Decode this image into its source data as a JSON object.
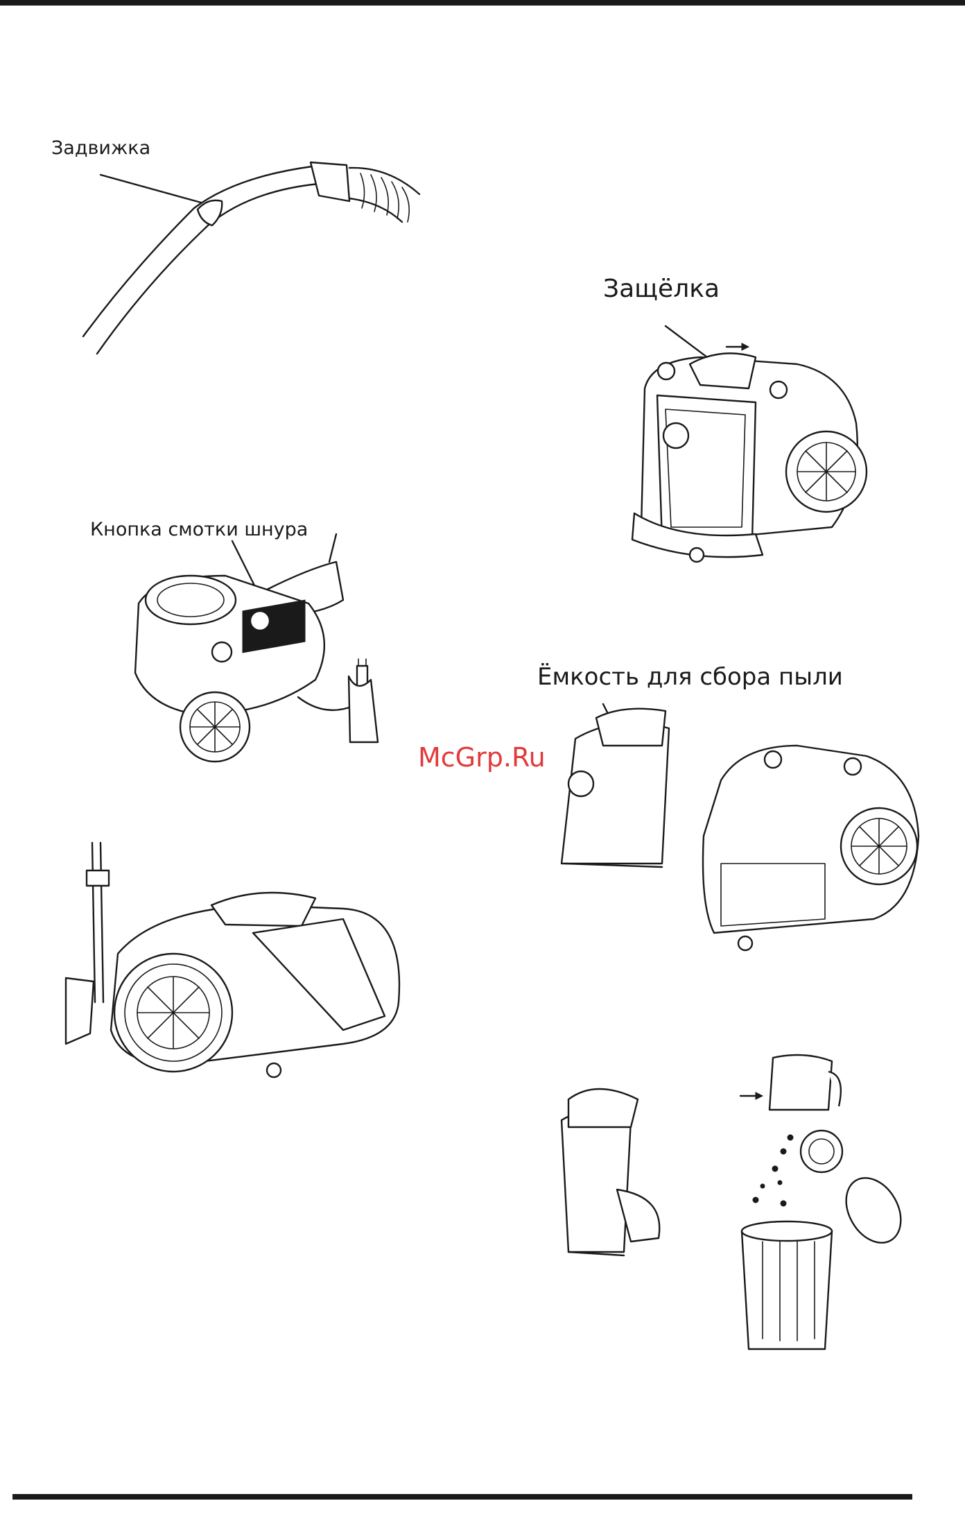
{
  "labels": {
    "latch_slider": "Задвижка",
    "latch": "Защёлка",
    "cord_rewind_button": "Кнопка смотки шнура",
    "dust_container": "Ёмкость для сбора пыли"
  },
  "watermark": "McGrp.Ru"
}
